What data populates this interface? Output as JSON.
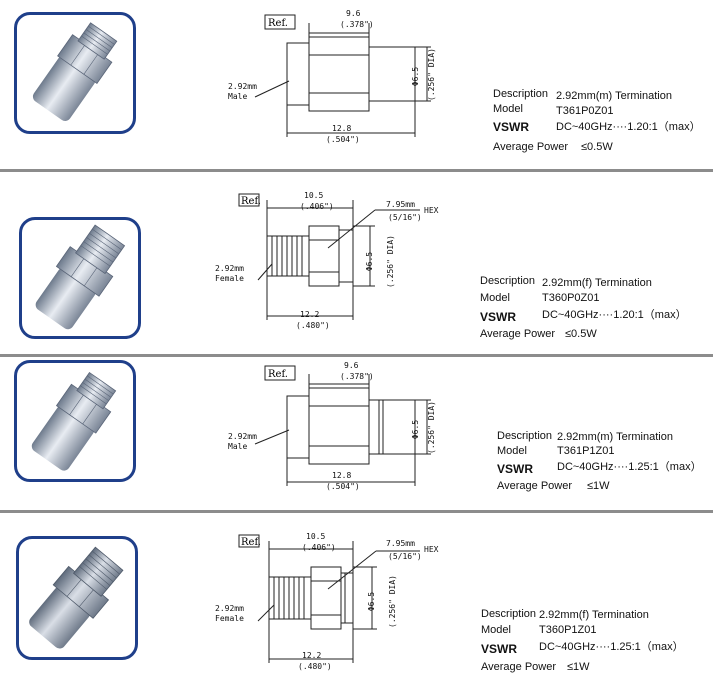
{
  "products": [
    {
      "ref_label": "Ref.",
      "dim_top": "9.6",
      "dim_top_in": "(.378\")",
      "dim_bottom": "12.8",
      "dim_bottom_in": "(.504\")",
      "dim_dia": "Φ6.5",
      "dim_dia_in": "(.256\" DIA)",
      "conn_label_1": "2.92mm",
      "conn_label_2": "Male",
      "description_label": "Description",
      "description": "2.92mm(m) Termination",
      "model_label": "Model",
      "model": "T361P0Z01",
      "vswr_label": "VSWR",
      "vswr": "DC~40GHz····1.20:1（max）",
      "power_label": "Average Power",
      "power": "≤0.5W"
    },
    {
      "ref_label": "Ref.",
      "dim_top": "10.5",
      "dim_top_in": "(.406\")",
      "dim_bottom": "12.2",
      "dim_bottom_in": "(.480\")",
      "dim_dia": "Φ6.5",
      "dim_dia_in": "(.256\" DIA)",
      "hex_label": "7.95mm",
      "hex_in": "(5/16\")",
      "hex_word": "HEX",
      "conn_label_1": "2.92mm",
      "conn_label_2": "Female",
      "description_label": "Description",
      "description": "2.92mm(f) Termination",
      "model_label": "Model",
      "model": "T360P0Z01",
      "vswr_label": "VSWR",
      "vswr": "DC~40GHz····1.20:1（max）",
      "power_label": "Average Power",
      "power": "≤0.5W"
    },
    {
      "ref_label": "Ref.",
      "dim_top": "9.6",
      "dim_top_in": "(.378\")",
      "dim_bottom": "12.8",
      "dim_bottom_in": "(.504\")",
      "dim_dia": "Φ6.5",
      "dim_dia_in": "(.256\" DIA)",
      "conn_label_1": "2.92mm",
      "conn_label_2": "Male",
      "description_label": "Description",
      "description": "2.92mm(m) Termination",
      "model_label": "Model",
      "model": "T361P1Z01",
      "vswr_label": "VSWR",
      "vswr": "DC~40GHz····1.25:1（max）",
      "power_label": "Average Power",
      "power": "≤1W"
    },
    {
      "ref_label": "Ref.",
      "dim_top": "10.5",
      "dim_top_in": "(.406\")",
      "dim_bottom": "12.2",
      "dim_bottom_in": "(.480\")",
      "dim_dia": "Φ6.5",
      "dim_dia_in": "(.256\" DIA)",
      "hex_label": "7.95mm",
      "hex_in": "(5/16\")",
      "hex_word": "HEX",
      "conn_label_1": "2.92mm",
      "conn_label_2": "Female",
      "description_label": "Description",
      "description": "2.92mm(f) Termination",
      "model_label": "Model",
      "model": "T360P1Z01",
      "vswr_label": "VSWR",
      "vswr": "DC~40GHz····1.25:1（max）",
      "power_label": "Average Power",
      "power": "≤1W"
    }
  ]
}
